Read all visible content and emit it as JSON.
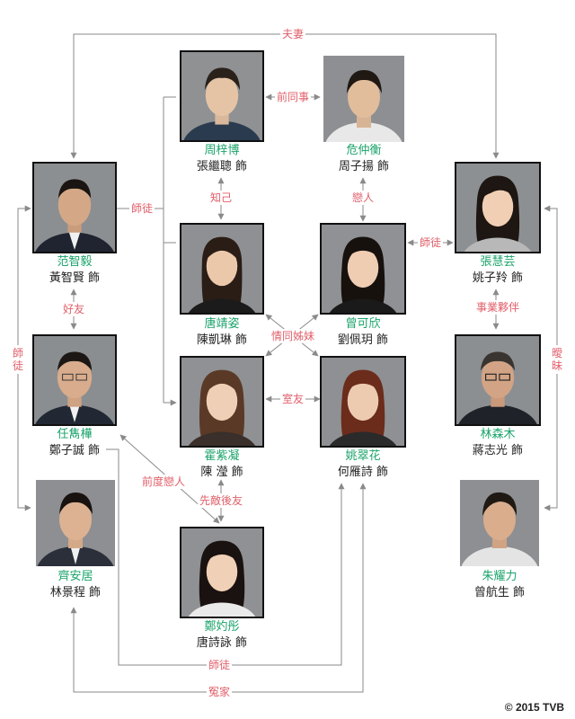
{
  "characters": [
    {
      "id": "zhou",
      "role": "周梓博",
      "actor": "張繼聰 飾"
    },
    {
      "id": "wei",
      "role": "危仲衡",
      "actor": "周子揚 飾"
    },
    {
      "id": "fan",
      "role": "范智毅",
      "actor": "黃智賢 飾"
    },
    {
      "id": "tang",
      "role": "唐靖姿",
      "actor": "陳凱琳 飾"
    },
    {
      "id": "zeng",
      "role": "曾可欣",
      "actor": "劉佩玥 飾"
    },
    {
      "id": "zhang",
      "role": "張慧芸",
      "actor": "姚子羚 飾"
    },
    {
      "id": "ren",
      "role": "任雋樺",
      "actor": "鄭子誠 飾"
    },
    {
      "id": "huo",
      "role": "霍紫凝",
      "actor": "陳 瀅 飾"
    },
    {
      "id": "yao",
      "role": "姚翠花",
      "actor": "何雁詩 飾"
    },
    {
      "id": "lin",
      "role": "林森木",
      "actor": "蔣志光 飾"
    },
    {
      "id": "qi",
      "role": "齊安居",
      "actor": "林景程 飾"
    },
    {
      "id": "zheng",
      "role": "鄭妁彤",
      "actor": "唐詩詠 飾"
    },
    {
      "id": "zhu",
      "role": "朱耀力",
      "actor": "曾航生 飾"
    }
  ],
  "relations": {
    "spouses": "夫妻",
    "ex_colleagues": "前同事",
    "mentor_fan_zhou": "師徒",
    "confidant": "知己",
    "lovers": "戀人",
    "mentor_zeng_zhang": "師徒",
    "good_friends": "好友",
    "like_sisters": "情同姊妹",
    "business_partners": "事業夥伴",
    "mentor_fan_qi": "師徒",
    "ambiguous": "曖昧",
    "roommates": "室友",
    "ex_lovers": "前度戀人",
    "enemies_then_friends": "先敵後友",
    "mentor_ren_yao": "師徒",
    "feud": "冤家"
  },
  "copyright": "© 2015 TVB",
  "colors": {
    "role_name": "#1aa36a",
    "relation_label": "#e0606b",
    "connector": "#8a8a8a"
  }
}
